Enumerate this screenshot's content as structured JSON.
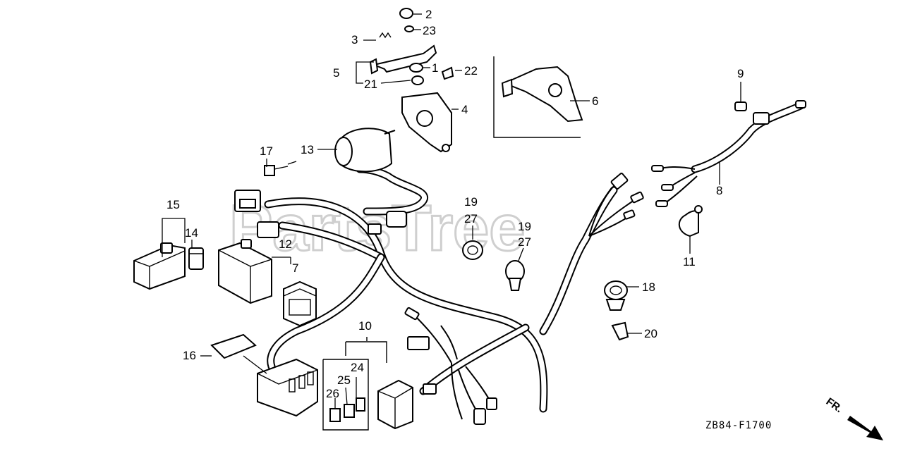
{
  "watermark": "PartsTree",
  "diagram_code": "ZB84-F1700",
  "front_indicator": "FR.",
  "callouts": {
    "c1": "1",
    "c2": "2",
    "c3": "3",
    "c4": "4",
    "c5": "5",
    "c6": "6",
    "c7": "7",
    "c8": "8",
    "c9": "9",
    "c10": "10",
    "c11": "11",
    "c12": "12",
    "c13": "13",
    "c14": "14",
    "c15": "15",
    "c16": "16",
    "c17": "17",
    "c18": "18",
    "c19a": "19",
    "c19b": "19",
    "c20": "20",
    "c21": "21",
    "c22": "22",
    "c23": "23",
    "c24": "24",
    "c25": "25",
    "c26": "26",
    "c27a": "27",
    "c27b": "27"
  }
}
